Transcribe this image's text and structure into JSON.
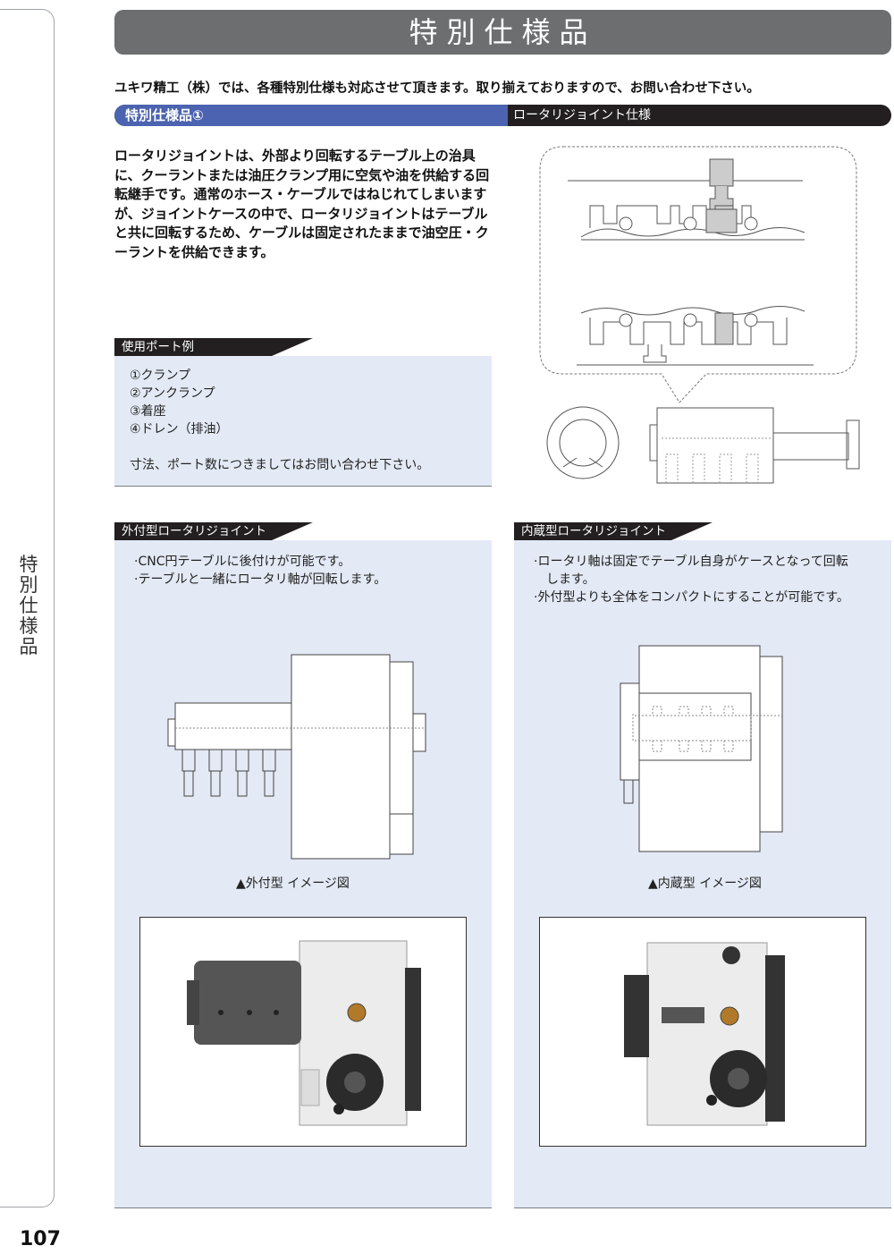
{
  "page_title": "特別仕様品",
  "intro": "ユキワ精工（株）では、各種特別仕様も対応させて頂きます。取り揃えておりますので、お問い合わせ下さい。",
  "section": {
    "label": "特別仕様品①",
    "subtitle": "ロータリジョイント仕様"
  },
  "description": "ロータリジョイントは、外部より回転するテーブル上の治具に、クーラントまたは油圧クランプ用に空気や油を供給する回転継手です。通常のホース・ケーブルではねじれてしまいますが、ジョイントケースの中で、ロータリジョイントはテーブルと共に回転するため、ケーブルは固定されたままで油空圧・クーラントを供給できます。",
  "ports_box": {
    "title": "使用ポート例",
    "items": [
      "①クランプ",
      "②アンクランプ",
      "③着座",
      "④ドレン（排油）"
    ],
    "note": "寸法、ポート数につきましてはお問い合わせ下さい。"
  },
  "external_box": {
    "title": "外付型ロータリジョイント",
    "lines": [
      "·CNC円テーブルに後付けが可能です。",
      "·テーブルと一緒にロータリ軸が回転します。"
    ],
    "caption": "▲外付型 イメージ図"
  },
  "internal_box": {
    "title": "内蔵型ロータリジョイント",
    "lines": [
      "·ロータリ軸は固定でテーブル自身がケースとなって回転",
      "　します。",
      "·外付型よりも全体をコンパクトにすることが可能です。"
    ],
    "caption": "▲内蔵型 イメージ図"
  },
  "side_label": "特別仕様品",
  "page_number": "107",
  "colors": {
    "title_bar": "#6d6e70",
    "section_accent": "#4b63b0",
    "box_bg": "#e3e9f5",
    "dark_bar": "#231f20"
  }
}
